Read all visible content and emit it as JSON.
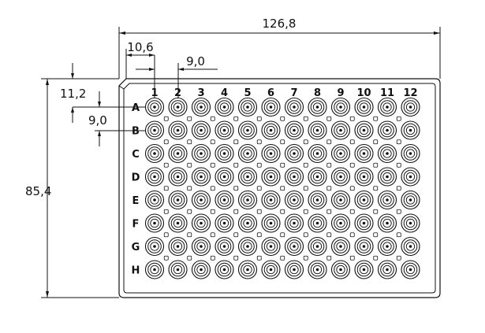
{
  "dimensions": {
    "overall_width": "126,8",
    "overall_height": "85,4",
    "a1_offset_x": "10,6",
    "a1_offset_y": "11,2",
    "pitch_x": "9,0",
    "pitch_y": "9,0"
  },
  "columns": [
    "1",
    "2",
    "3",
    "4",
    "5",
    "6",
    "7",
    "8",
    "9",
    "10",
    "11",
    "12"
  ],
  "rows": [
    "A",
    "B",
    "C",
    "D",
    "E",
    "F",
    "G",
    "H"
  ]
}
